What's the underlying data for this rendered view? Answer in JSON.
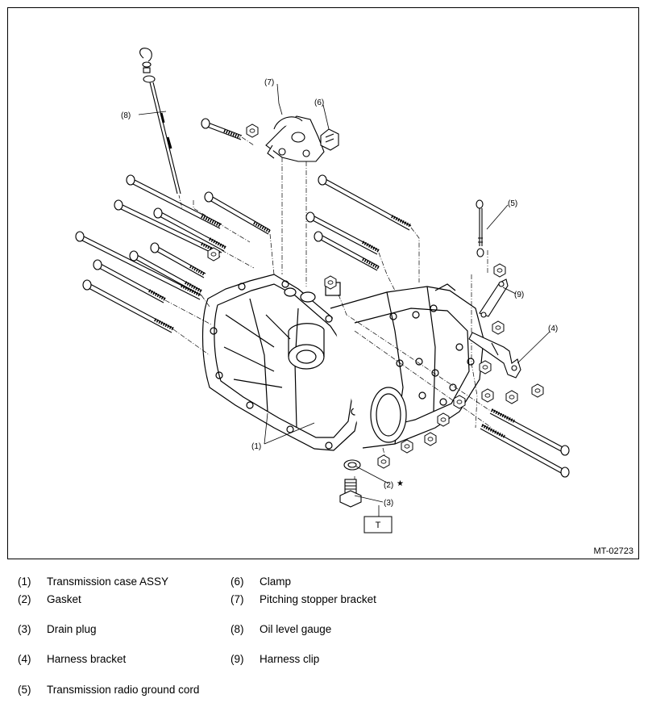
{
  "figure": {
    "code": "MT-02723",
    "tightening_box": "T",
    "star_mark": "★"
  },
  "callouts": {
    "c1": "(1)",
    "c2": "(2)",
    "c3": "(3)",
    "c4": "(4)",
    "c5": "(5)",
    "c6": "(6)",
    "c7": "(7)",
    "c8": "(8)",
    "c9": "(9)"
  },
  "legend": [
    {
      "num": "(1)",
      "text": "Transmission case ASSY"
    },
    {
      "num": "(2)",
      "text": "Gasket"
    },
    {
      "num": "(3)",
      "text": "Drain plug"
    },
    {
      "num": "(4)",
      "text": "Harness bracket"
    },
    {
      "num": "(5)",
      "text": "Transmission radio ground cord"
    },
    {
      "num": "(6)",
      "text": "Clamp"
    },
    {
      "num": "(7)",
      "text": "Pitching stopper bracket"
    },
    {
      "num": "(8)",
      "text": "Oil level gauge"
    },
    {
      "num": "(9)",
      "text": "Harness clip"
    }
  ]
}
